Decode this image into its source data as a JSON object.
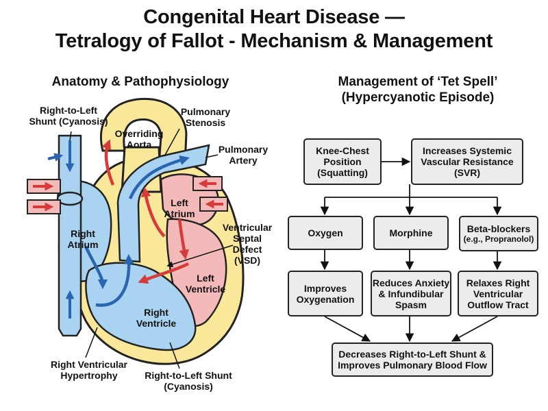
{
  "title": {
    "line1": "Congenital Heart Disease —",
    "line2": "Tetralogy of Fallot - Mechanism & Management"
  },
  "anatomy": {
    "heading": "Anatomy & Pathophysiology",
    "labels": {
      "shunt_top": [
        "Right-to-Left",
        "Shunt (Cyanosis)"
      ],
      "overriding_aorta": [
        "Overriding",
        "Aorta"
      ],
      "pulmonary_stenosis": [
        "Pulmonary",
        "Stenosis"
      ],
      "pulmonary_artery": [
        "Pulmonary",
        "Artery"
      ],
      "left_atrium": [
        "Left",
        "Atrium"
      ],
      "right_atrium": [
        "Right",
        "Atrium"
      ],
      "vsd": [
        "Ventricular",
        "Septal",
        "Defect",
        "(VSD)"
      ],
      "left_ventricle": [
        "Left",
        "Ventricle"
      ],
      "right_ventricle": [
        "Right",
        "Ventricle"
      ],
      "rvh": [
        "Right Ventricular",
        "Hypertrophy"
      ],
      "shunt_bottom": [
        "Right-to-Left Shunt",
        "(Cyanosis)"
      ]
    },
    "colors": {
      "deoxygenated": "#a9d3f0",
      "oxygenated": "#f4b9b9",
      "myocardium": "#f9e79a",
      "blue_arrow": "#2a66b0",
      "red_arrow": "#d63a3a"
    }
  },
  "management": {
    "heading": [
      "Management of ‘Tet Spell’",
      "(Hypercyanotic Episode)"
    ],
    "knee_chest": [
      "Knee-Chest",
      "Position",
      "(Squatting)"
    ],
    "svr": [
      "Increases Systemic",
      "Vascular Resistance",
      "(SVR)"
    ],
    "oxygen": [
      "Oxygen"
    ],
    "morphine": [
      "Morphine"
    ],
    "beta": [
      "Beta-blockers",
      "(e.g., Propranolol)"
    ],
    "improves_oxy": [
      "Improves",
      "Oxygenation"
    ],
    "reduces_anxiety": [
      "Reduces Anxiety",
      "& Infundibular",
      "Spasm"
    ],
    "relaxes_rv": [
      "Relaxes Right",
      "Ventricular",
      "Outflow Tract"
    ],
    "outcome": [
      "Decreases Right-to-Left Shunt &",
      "Improves Pulmonary Blood Flow"
    ]
  }
}
